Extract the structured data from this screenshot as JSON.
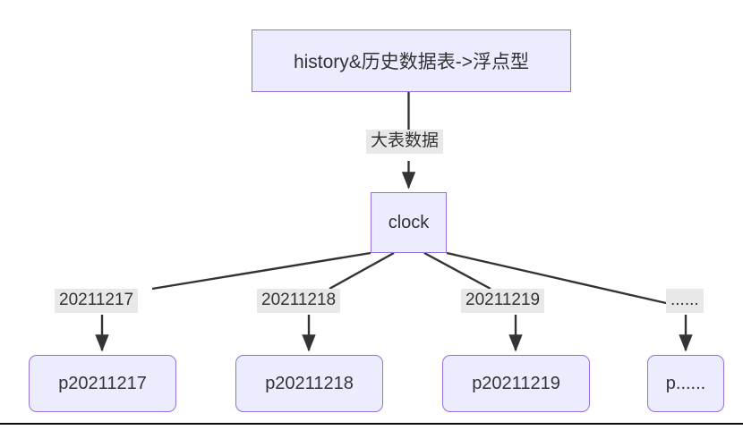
{
  "diagram": {
    "type": "flowchart",
    "direction": "top-down",
    "background_color": "#ffffff",
    "node_fill_color": "#ececff",
    "node_border_color": "#9370db",
    "edge_color": "#333333",
    "edge_label_background": "#e8e8e8",
    "text_color": "#333333",
    "nodes": [
      {
        "id": "root",
        "label": "history&历史数据表->浮点型",
        "shape": "rectangle"
      },
      {
        "id": "clock",
        "label": "clock",
        "shape": "rectangle"
      },
      {
        "id": "p1",
        "label": "p20211217",
        "shape": "rounded-rectangle"
      },
      {
        "id": "p2",
        "label": "p20211218",
        "shape": "rounded-rectangle"
      },
      {
        "id": "p3",
        "label": "p20211219",
        "shape": "rounded-rectangle"
      },
      {
        "id": "p4",
        "label": "p......",
        "shape": "rounded-rectangle"
      }
    ],
    "edges": [
      {
        "from": "root",
        "to": "clock",
        "label": "大表数据",
        "arrow": true
      },
      {
        "from": "clock",
        "to": "p1",
        "label": "20211217",
        "arrow": true
      },
      {
        "from": "clock",
        "to": "p2",
        "label": "20211218",
        "arrow": true
      },
      {
        "from": "clock",
        "to": "p3",
        "label": "20211219",
        "arrow": true
      },
      {
        "from": "clock",
        "to": "p4",
        "label": "......",
        "arrow": true
      }
    ]
  }
}
